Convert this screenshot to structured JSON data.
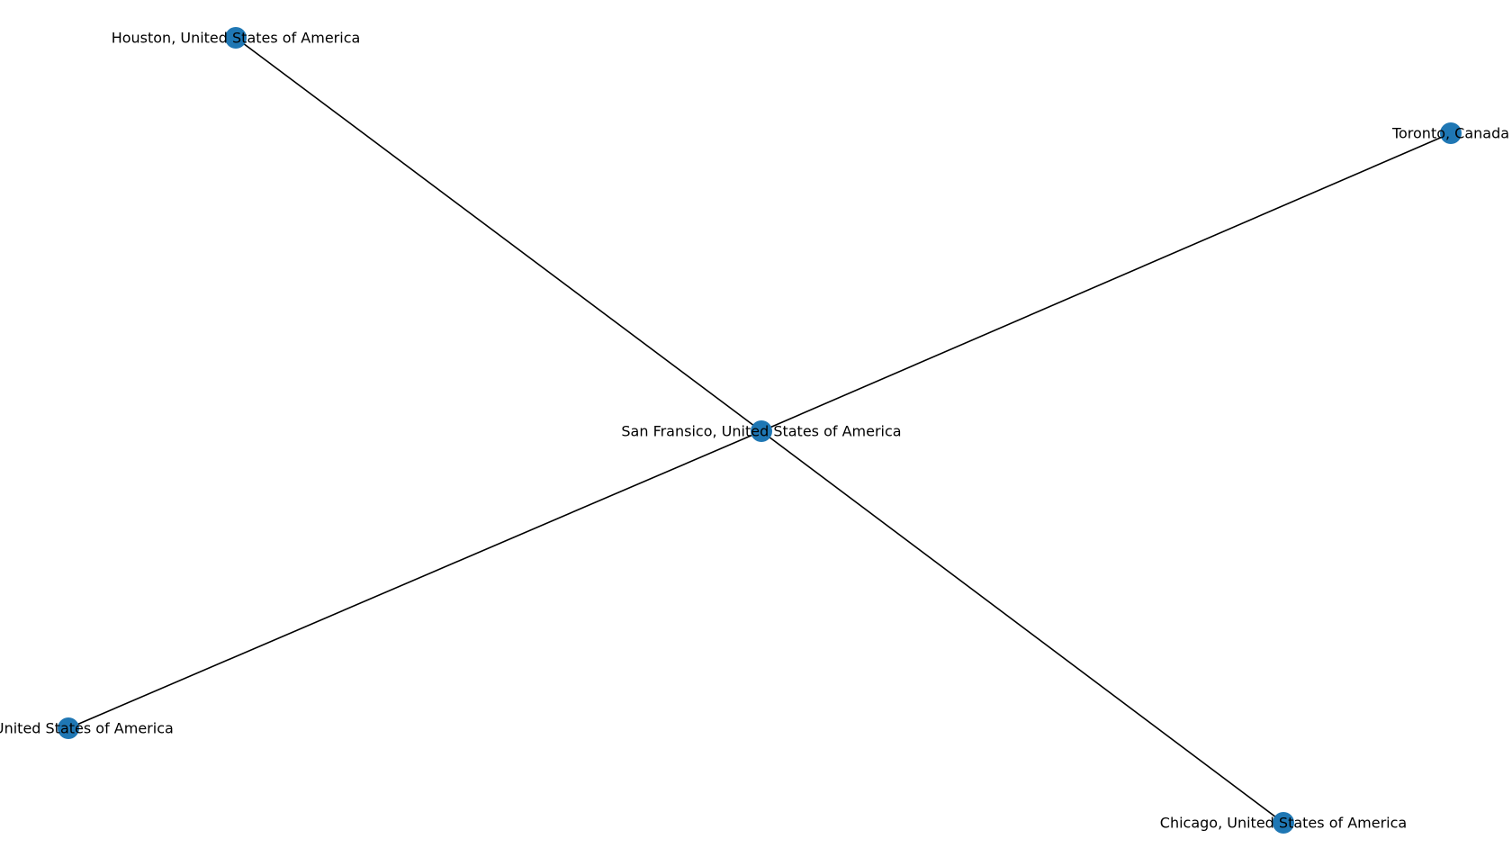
{
  "diagram": {
    "node_color": "#1f77b4",
    "edge_color": "#000000",
    "nodes": [
      {
        "id": "sf",
        "label": "San Fransico, United States of America"
      },
      {
        "id": "houston",
        "label": "Houston, United States of America"
      },
      {
        "id": "toronto",
        "label": "Toronto, Canada"
      },
      {
        "id": "dc",
        "label": "DC, United States of America"
      },
      {
        "id": "chicago",
        "label": "Chicago, United States of America"
      }
    ],
    "edges": [
      {
        "source": "sf",
        "target": "houston"
      },
      {
        "source": "sf",
        "target": "toronto"
      },
      {
        "source": "sf",
        "target": "dc"
      },
      {
        "source": "sf",
        "target": "chicago"
      }
    ]
  }
}
